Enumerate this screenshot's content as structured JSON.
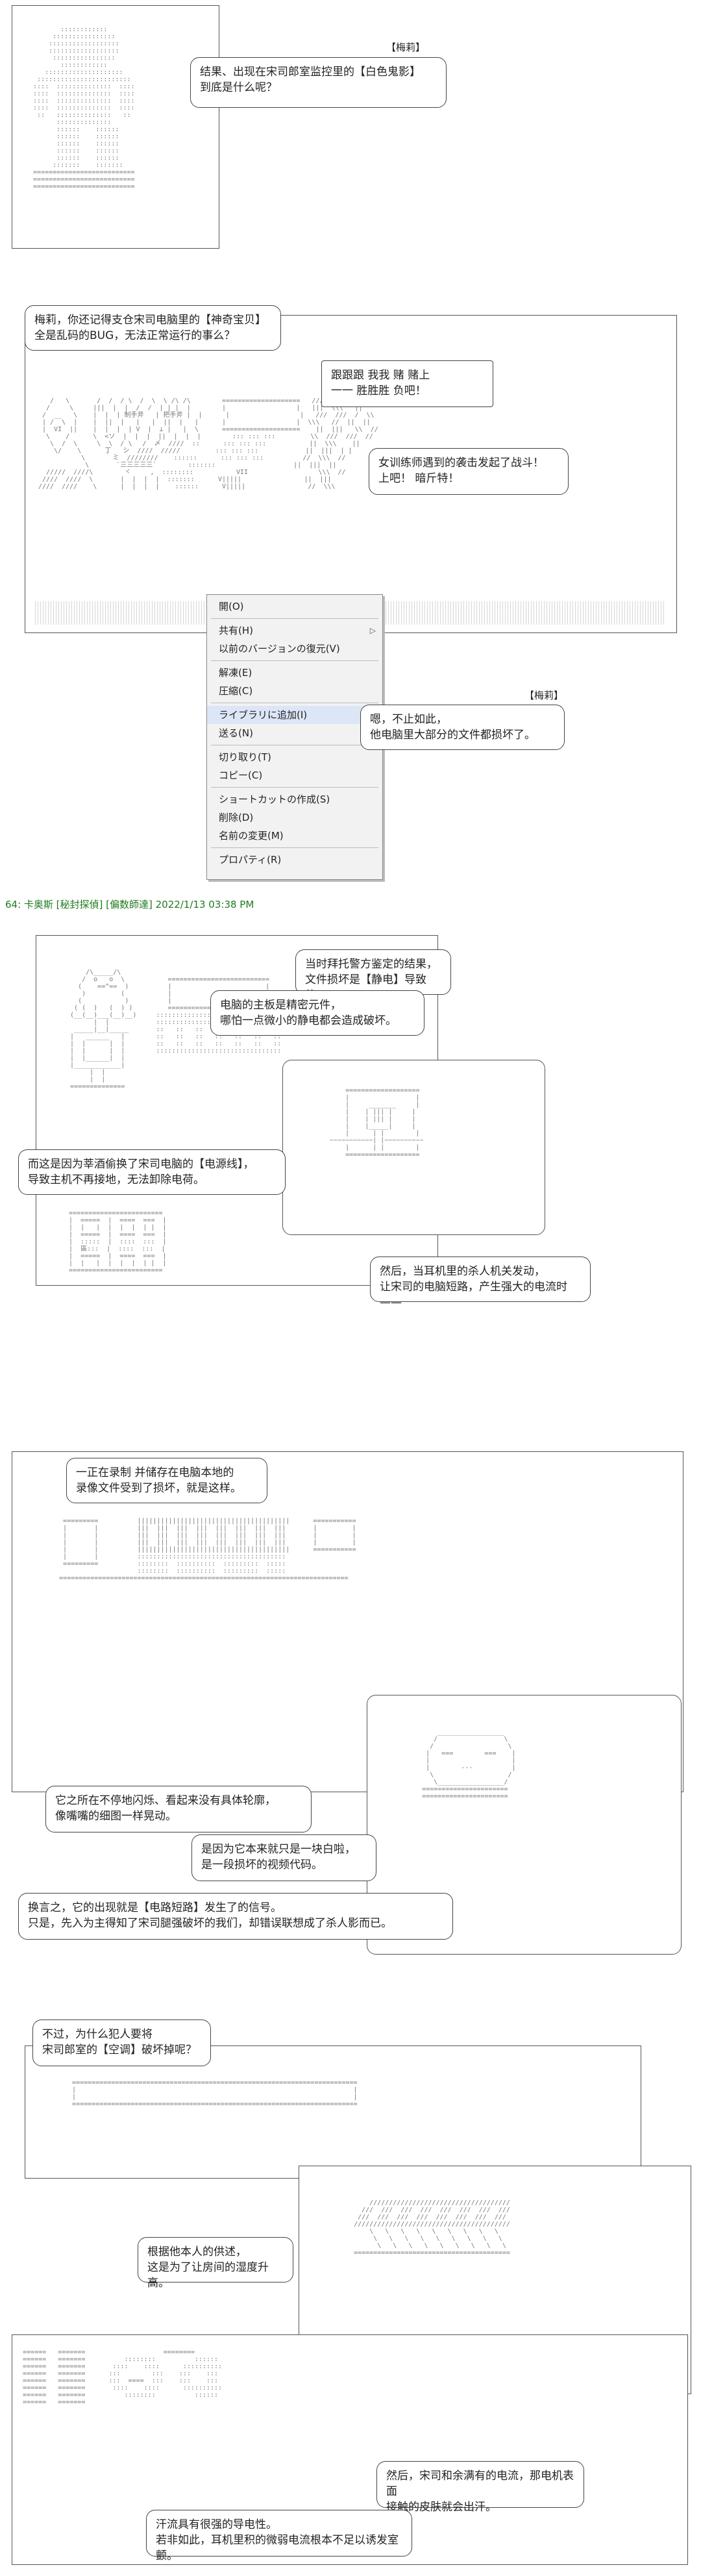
{
  "scene1": {
    "tag": "【梅莉】",
    "bubble": "结果、出现在宋司郎室监控里的【白色鬼影】\n到底是什么呢？"
  },
  "scene2": {
    "bubble_left": "梅莉，你还记得支仓宋司电脑里的【神奇宝贝】\n全是乱码的BUG，无法正常运行的事么？",
    "vertical_text": "跟跟跟 我我 赌 赌上\n一一 胜胜胜 负吧！",
    "bubble_right": "女训练师遇到的袭击发起了战斗！\n上吧！ 暗斤特！"
  },
  "context_menu": {
    "items": [
      {
        "label": "開(O)"
      },
      {
        "sep": true
      },
      {
        "label": "共有(H)",
        "arrow": "▷"
      },
      {
        "label": "以前のバージョンの復元(V)"
      },
      {
        "sep": true
      },
      {
        "label": "解凍(E)"
      },
      {
        "label": "圧縮(C)"
      },
      {
        "sep": true
      },
      {
        "label": "ライブラリに追加(I)",
        "highlight": true
      },
      {
        "label": "送る(N)"
      },
      {
        "sep": true
      },
      {
        "label": "切り取り(T)"
      },
      {
        "label": "コピー(C)"
      },
      {
        "sep": true
      },
      {
        "label": "ショートカットの作成(S)"
      },
      {
        "label": "削除(D)"
      },
      {
        "label": "名前の変更(M)"
      },
      {
        "sep": true
      },
      {
        "label": "プロパティ(R)"
      }
    ]
  },
  "scene3": {
    "tag": "【梅莉】",
    "bubble": "嗯，不止如此，\n他电脑里大部分的文件都损坏了。"
  },
  "post_header": "64: 卡奥斯 [秘封探偵] [偏数師達] 2022/1/13 03:38 PM",
  "scene4": {
    "bubble1": "当时拜托警方鉴定的结果，\n文件损坏是【静电】导致的。",
    "bubble2": "电脑的主板是精密元件，\n哪怕一点微小的静电都会造成破坏。",
    "bubble3": "而这是因为莘酒偷换了宋司电脑的【电源线】，\n导致主机不再接地，无法卸除电荷。",
    "bubble4": "然后，当耳机里的杀人机关发动，\n让宋司的电脑短路，产生强大的电流时——"
  },
  "scene5": {
    "bubble1": "一正在录制 并储存在电脑本地的\n录像文件受到了损坏，就是这样。",
    "bubble2": "它之所在不停地闪烁、看起来没有具体轮廓，\n像嘴嘴的细图一样晃动。",
    "bubble3": "是因为它本来就只是一块白啦，\n是一段损坏的视频代码。",
    "bubble4": "换言之，它的出现就是【电路短路】发生了的信号。\n只是，先入为主得知了宋司腿强破坏的我们，却错误联想成了杀人影而已。"
  },
  "scene6": {
    "bubble1": "不过，为什么犯人要将\n宋司郎室的【空调】破坏掉呢？",
    "bubble2": "根据他本人的供述，\n这是为了让房间的湿度升高。",
    "bubble3": "然后，宋司和余满有的电流，那电机表面\n接触的皮肤就会出汗。",
    "bubble4": "汗流具有很强的导电性。\n若非如此，耳机里积的微弱电流根本不足以诱发室颤。"
  }
}
